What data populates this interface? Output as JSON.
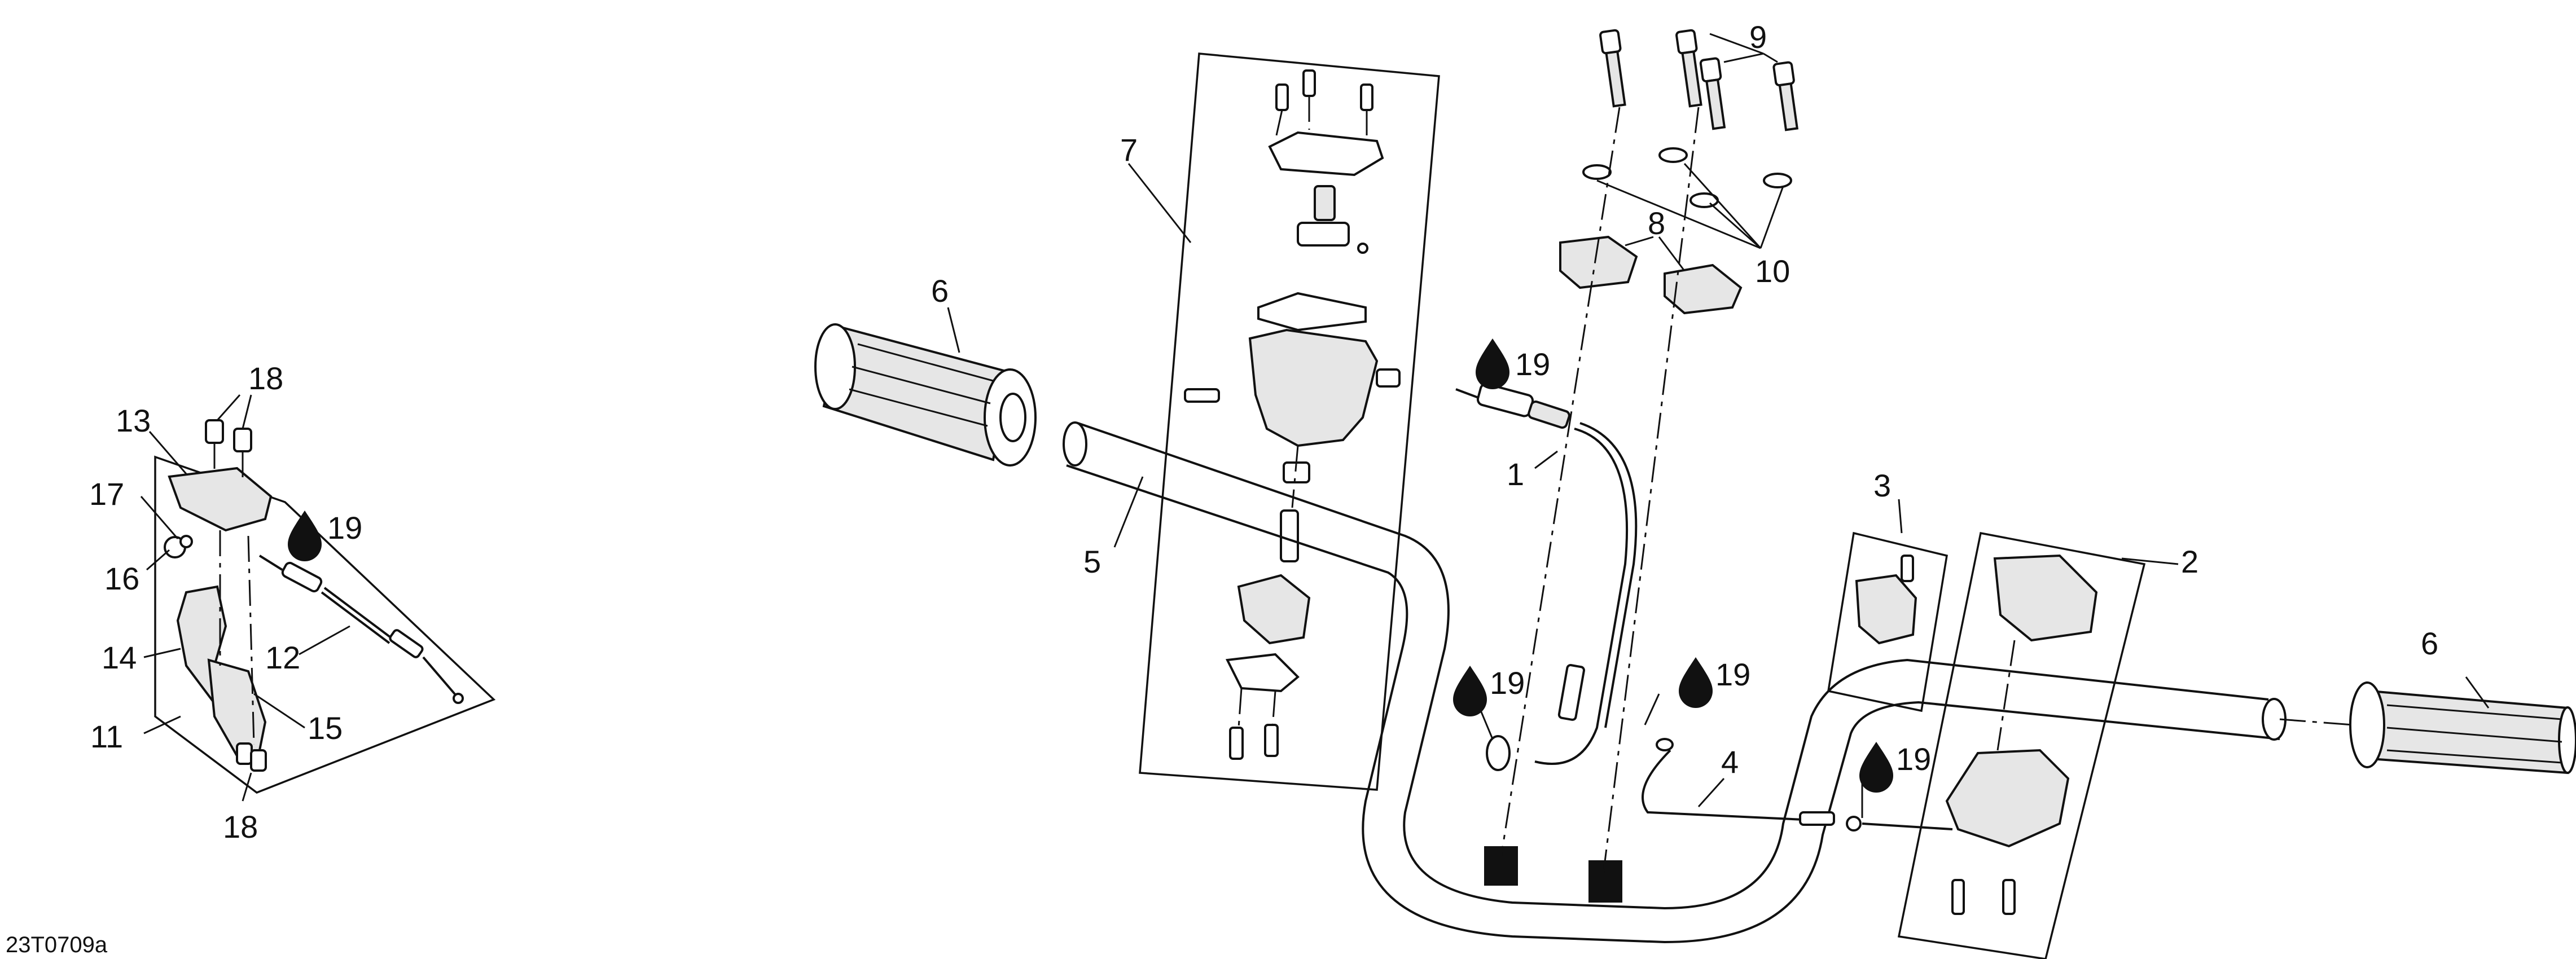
{
  "drawing_id": "23T0709a",
  "lube_symbol": "drop-icon",
  "callouts": [
    {
      "key": "c1",
      "label": "1"
    },
    {
      "key": "c2",
      "label": "2"
    },
    {
      "key": "c3",
      "label": "3"
    },
    {
      "key": "c4",
      "label": "4"
    },
    {
      "key": "c5",
      "label": "5"
    },
    {
      "key": "c6a",
      "label": "6"
    },
    {
      "key": "c6b",
      "label": "6"
    },
    {
      "key": "c7",
      "label": "7"
    },
    {
      "key": "c8",
      "label": "8"
    },
    {
      "key": "c9",
      "label": "9"
    },
    {
      "key": "c10",
      "label": "10"
    },
    {
      "key": "c11",
      "label": "11"
    },
    {
      "key": "c12",
      "label": "12"
    },
    {
      "key": "c13",
      "label": "13"
    },
    {
      "key": "c14",
      "label": "14"
    },
    {
      "key": "c15",
      "label": "15"
    },
    {
      "key": "c16",
      "label": "16"
    },
    {
      "key": "c17",
      "label": "17"
    },
    {
      "key": "c18a",
      "label": "18"
    },
    {
      "key": "c18b",
      "label": "18"
    },
    {
      "key": "c19a",
      "label": "19"
    },
    {
      "key": "c19b",
      "label": "19"
    },
    {
      "key": "c19c",
      "label": "19"
    },
    {
      "key": "c19d",
      "label": "19"
    },
    {
      "key": "c19e",
      "label": "19"
    }
  ]
}
